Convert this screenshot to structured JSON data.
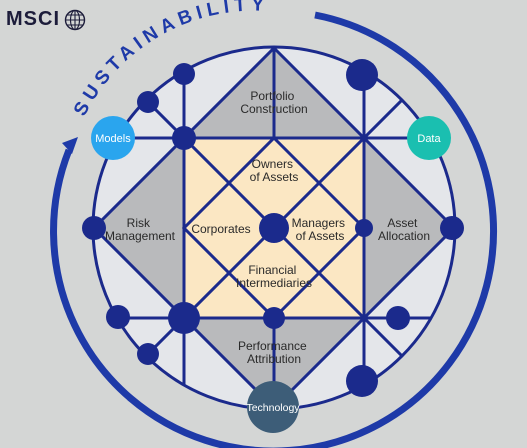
{
  "brand": {
    "logo_text": "MSCI"
  },
  "ring": {
    "title": "SUSTAINABILITY"
  },
  "center": {
    "top": [
      "Owners",
      "of Assets"
    ],
    "left": "Corporates",
    "right": [
      "Managers",
      "of Assets"
    ],
    "bottom": [
      "Financial",
      "Intermediaries"
    ]
  },
  "outer": {
    "top": [
      "Portfolio",
      "Construction"
    ],
    "left": [
      "Risk",
      "Management"
    ],
    "right": [
      "Asset",
      "Allocation"
    ],
    "bottom": [
      "Performance",
      "Attribution"
    ]
  },
  "badges": {
    "models": "Models",
    "data": "Data",
    "technology": "Technology"
  },
  "colors": {
    "background": "#d4d6d5",
    "navy": "#1b2a8c",
    "ring": "#1e3aa8",
    "gray_triangle": "#b9babc",
    "center_fill": "#fbe7c3",
    "circle_fill": "#e4e6ea",
    "models": "#2aa5ee",
    "data": "#1abfb0",
    "technology": "#3d5d78"
  }
}
